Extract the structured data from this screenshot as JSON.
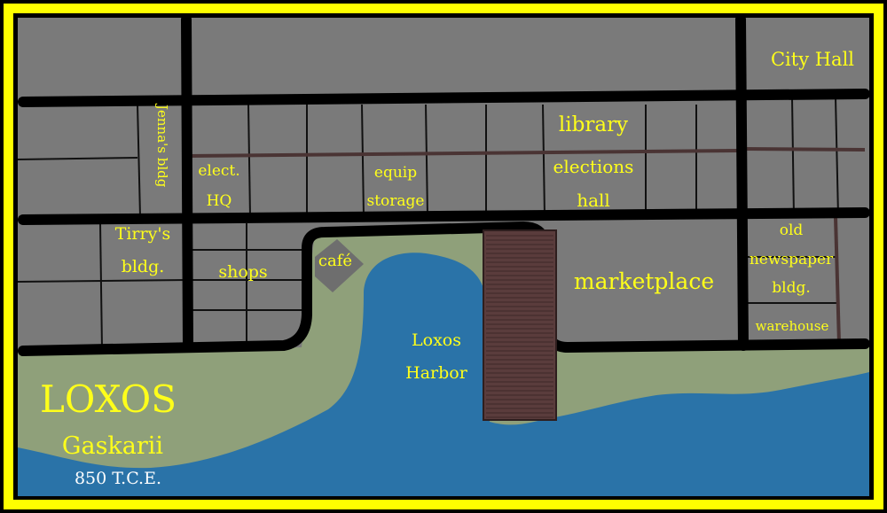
{
  "colors": {
    "frame": "#ffff00",
    "land": "#7a7a7a",
    "shore": "#8fa07a",
    "water": "#2a73a8",
    "road": "#000000",
    "alley": "#4a3434",
    "dock": "#5a3c3c",
    "cafe_lot": "#6e6e6e",
    "label": "#ffff1a"
  },
  "title": {
    "name": "LOXOS",
    "region": "Gaskarii",
    "date": "850 T.C.E."
  },
  "labels": {
    "city_hall": "City Hall",
    "jenna": "Jenna's bldg",
    "elect_1": "elect.",
    "elect_2": "HQ",
    "equip_1": "equip",
    "equip_2": "storage",
    "library": "library",
    "elections_1": "elections",
    "elections_2": "hall",
    "tirry_1": "Tirry's",
    "tirry_2": "bldg.",
    "shops": "shops",
    "cafe": "café",
    "harbor_1": "Loxos",
    "harbor_2": "Harbor",
    "marketplace": "marketplace",
    "news_1": "old",
    "news_2": "newspaper",
    "news_3": "bldg.",
    "warehouse": "warehouse"
  }
}
